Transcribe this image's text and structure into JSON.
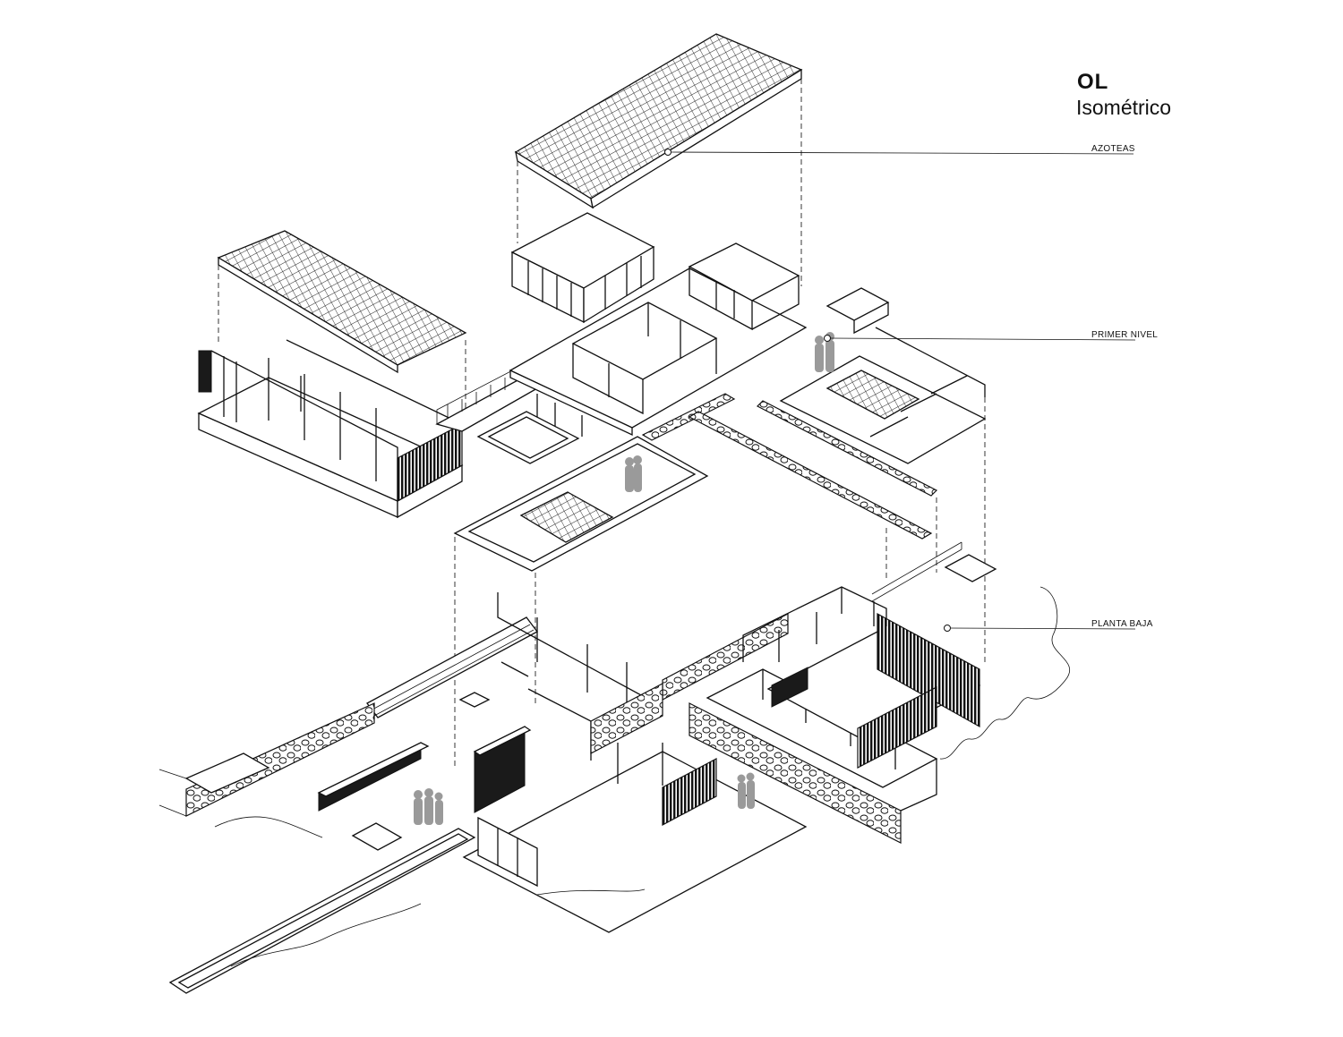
{
  "header": {
    "title": "OL",
    "subtitle": "Isométrico"
  },
  "callouts": [
    {
      "id": "azoteas",
      "label": "AZOTEAS"
    },
    {
      "id": "primer-nivel",
      "label": "PRIMER NIVEL"
    },
    {
      "id": "planta-baja",
      "label": "PLANTA BAJA"
    }
  ]
}
